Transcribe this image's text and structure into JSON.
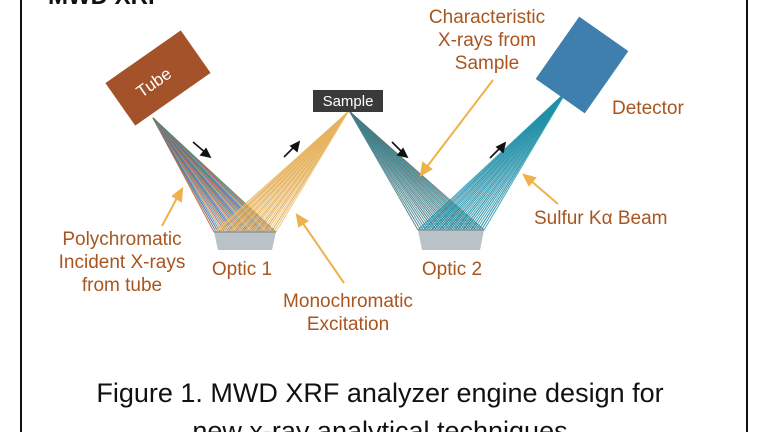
{
  "diagram": {
    "title_cut": "MWD XRF",
    "tube_label": "Tube",
    "sample_label": "Sample",
    "detector_label": "Detector",
    "characteristic_label": [
      "Characteristic",
      "X-rays from",
      "Sample"
    ],
    "sulfur_label": "Sulfur Kα Beam",
    "polychromatic_label": [
      "Polychromatic",
      "Incident X-rays",
      "from tube"
    ],
    "optic1_label": "Optic 1",
    "optic2_label": "Optic 2",
    "monochromatic_label": [
      "Monochromatic",
      "Excitation"
    ],
    "colors": {
      "label": "#a9551f",
      "tube": "#a4522a",
      "detector": "#3f7fae",
      "sample_box": "#3a3a3a",
      "excitation_beam": "#e8b45a",
      "fluorescence_beam": "#2f7f8f",
      "sulfur_beam": "#1f8fa8",
      "optic": "#b9c2c7",
      "leader": "#efb24a"
    }
  },
  "caption": {
    "line1": "Figure 1. MWD XRF analyzer engine design for",
    "line2": "new x-ray analytical techniques"
  }
}
